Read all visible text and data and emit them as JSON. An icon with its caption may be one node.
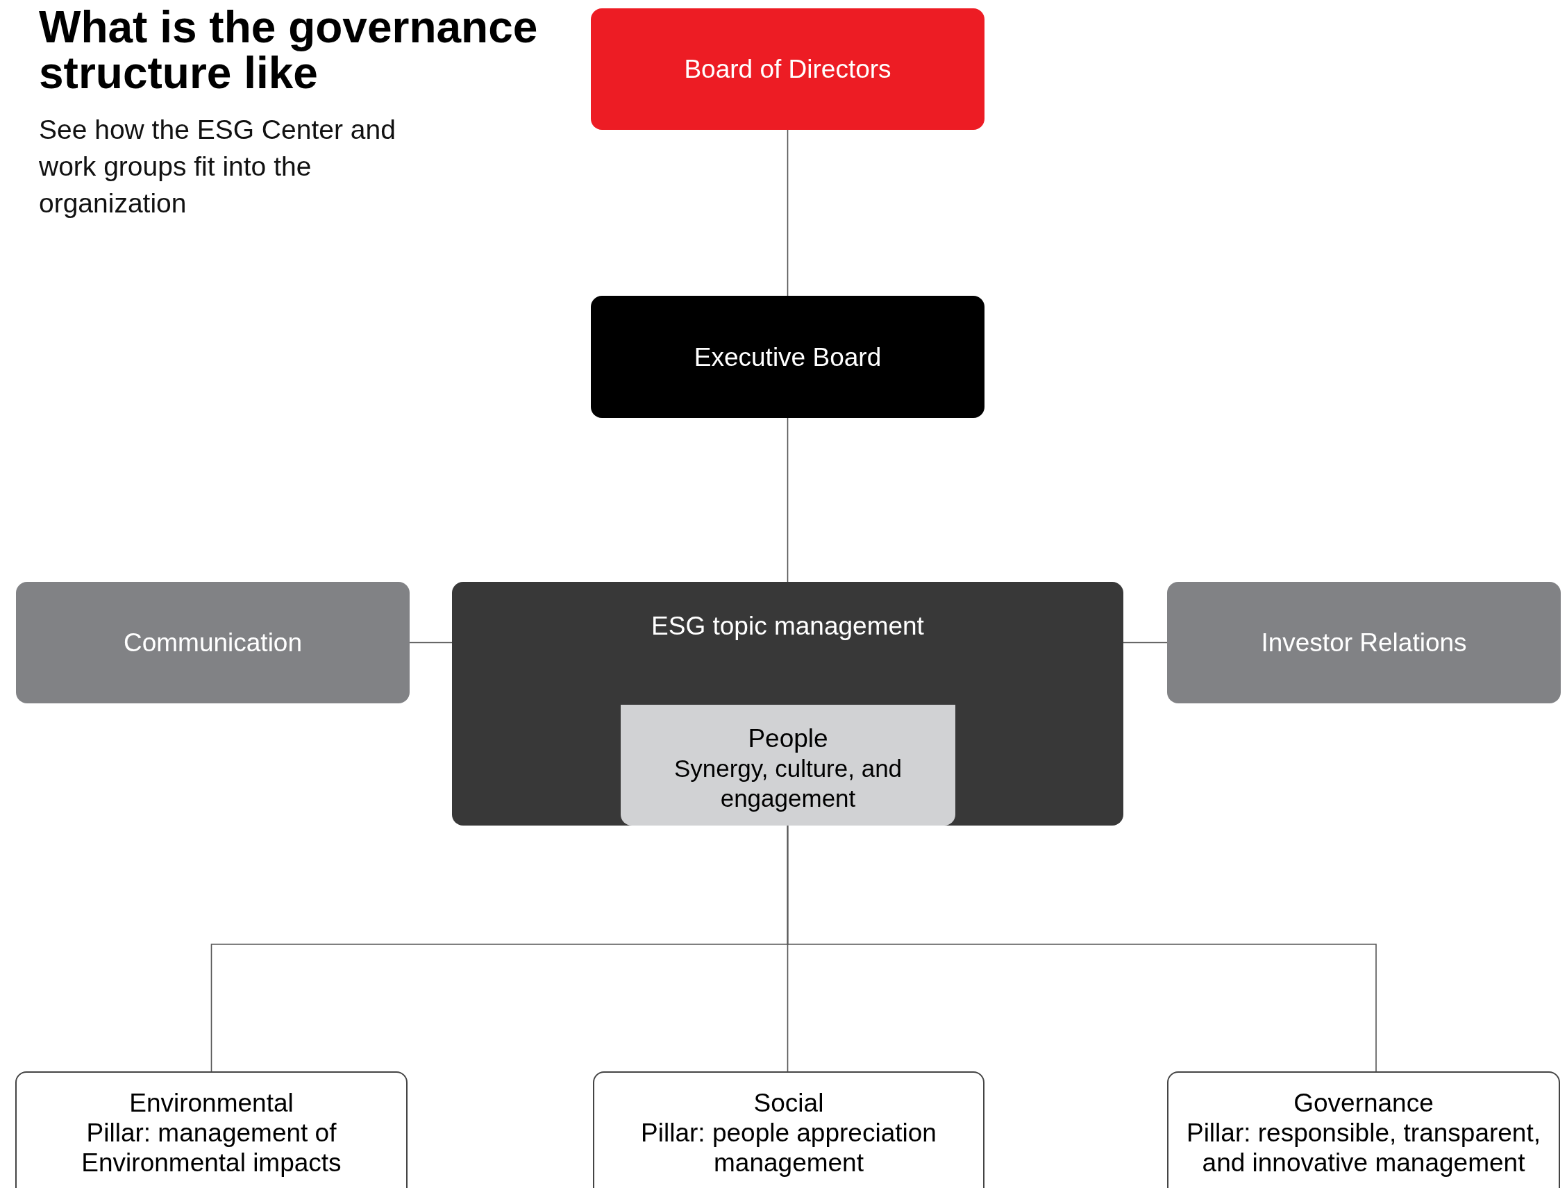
{
  "diagram": {
    "title": "What is the governance structure like",
    "nodes": [
      {
        "text": [
          "Board of Directors"
        ]
      },
      {
        "text": [
          "Executive Board"
        ]
      },
      {
        "text": [
          "Communication"
        ]
      },
      {
        "text": [
          "ESG topic management"
        ]
      },
      {
        "text": [
          "People",
          "Synergy, culture, and engagement"
        ],
        "in": 3
      },
      {
        "text": [
          "Investor Relations"
        ]
      },
      {
        "text": [
          "Environmental",
          "Pillar: management of Environmental impacts"
        ]
      },
      {
        "text": [
          "Social",
          "Pillar: people appreciation management"
        ]
      },
      {
        "text": [
          "Governance",
          "Pillar: responsible, transparent, and innovative management"
        ]
      }
    ],
    "edges": [
      {
        "from": 0,
        "to": 1,
        "arrow": "none"
      },
      {
        "from": 1,
        "to": 3,
        "arrow": "none"
      },
      {
        "from": 2,
        "to": 3,
        "arrow": "none"
      },
      {
        "from": 3,
        "to": 5,
        "arrow": "none"
      },
      {
        "from": 3,
        "to": 6,
        "arrow": "none"
      },
      {
        "from": 3,
        "to": 7,
        "arrow": "none"
      },
      {
        "from": 3,
        "to": 8,
        "arrow": "none"
      }
    ],
    "labels": [
      "See how the ESG Center and work groups fit into the organization"
    ]
  }
}
